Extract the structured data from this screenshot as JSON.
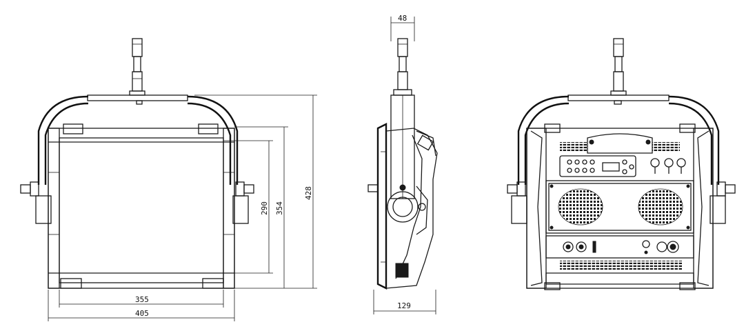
{
  "dimensions": {
    "front_width_outer": "405",
    "front_width_inner": "355",
    "front_height_overall": "428",
    "front_height_frame": "354",
    "front_height_panel": "290",
    "side_depth_top": "48",
    "side_depth_base": "129"
  }
}
